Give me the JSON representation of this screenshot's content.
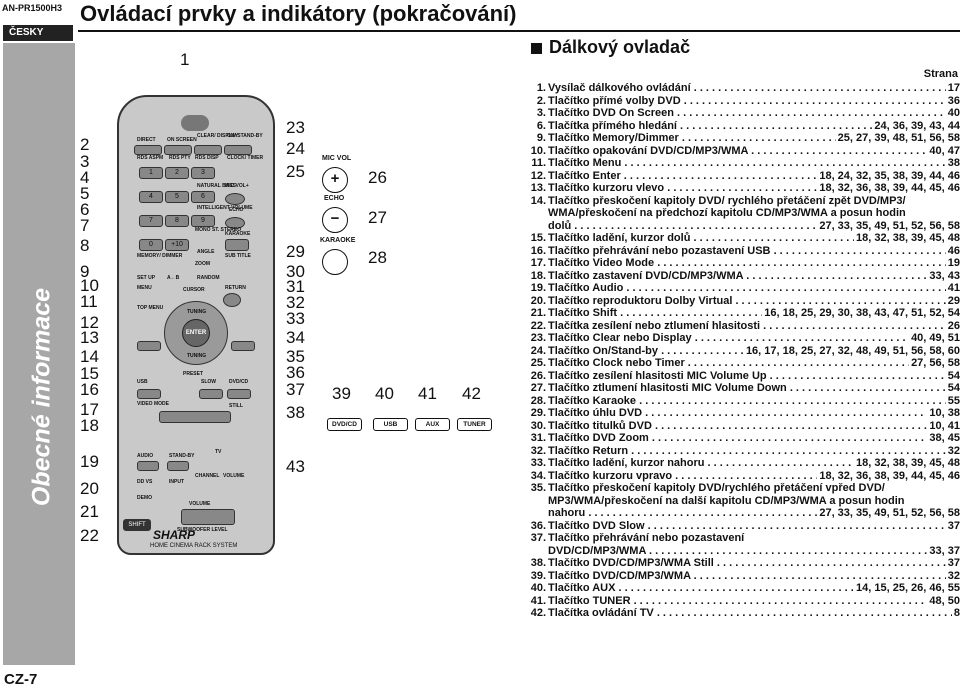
{
  "header": {
    "model": "AN-PR1500H3",
    "language": "ČESKY",
    "title": "Ovládací prvky a indikátory (pokračování)",
    "section_vertical": "Obecné informace",
    "page_number": "CZ-7"
  },
  "remote": {
    "brand": "SHARP",
    "footer_label": "HOME CINEMA RACK SYSTEM",
    "labels": {
      "direct": "DIRECT",
      "on_screen": "ON SCREEN",
      "clear_display": "CLEAR/ DISPLAY",
      "on_standby": "ON/ STAND-BY",
      "rds_asps": "RDS ASPM",
      "rds_pty": "RDS PTY",
      "rds_disp": "RDS DISP",
      "clock_timer": "CLOCK/ TIMER",
      "natural_bass": "NATURAL BASS",
      "mic_vol": "MIC VOL+",
      "intelligent_volume": "INTELLIGENT VOLUME",
      "echo": "ECHO",
      "mono_stereo": "MONO ST. STEREO",
      "karaoke": "KARAOKE",
      "memory_dimmer": "MEMORY/ DIMMER",
      "angle": "ANGLE",
      "sub_title": "SUB TITLE",
      "zoom": "ZOOM",
      "set_up": "SET UP",
      "ab_repeat": "A←B",
      "random": "RANDOM",
      "menu": "MENU",
      "cursor": "CURSOR",
      "return": "RETURN",
      "top_menu": "TOP MENU",
      "tuning": "TUNING",
      "enter": "ENTER",
      "preset": "PRESET",
      "usb": "USB",
      "slow": "SLOW",
      "dvd_cd": "DVD/CD",
      "video_mode": "VIDEO MODE",
      "still": "STILL",
      "audio": "AUDIO",
      "tv": "TV",
      "stand_by": "STAND-BY",
      "input": "INPUT",
      "channel": "CHANNEL",
      "volume_tv": "VOLUME",
      "dd_vs": "DD VS",
      "demo": "DEMO",
      "volume": "VOLUME",
      "subwoofer_level": "SUBWOOFER LEVEL",
      "shift": "SHIFT",
      "plus10": "+10"
    },
    "digits": [
      "1",
      "2",
      "3",
      "4",
      "5",
      "6",
      "7",
      "8",
      "9",
      "0"
    ]
  },
  "mini_panel": {
    "mic_vol": "MIC VOL",
    "echo": "ECHO",
    "karaoke": "KARAOKE",
    "plus": "+",
    "minus": "−"
  },
  "source_buttons": [
    "DVD/CD",
    "USB",
    "AUX",
    "TUNER"
  ],
  "callouts": {
    "top": "1",
    "left": [
      "2",
      "3",
      "4",
      "5",
      "6",
      "7",
      "8",
      "9",
      "10",
      "11",
      "12",
      "13",
      "14",
      "15",
      "16",
      "17",
      "18",
      "19",
      "20",
      "21",
      "22"
    ],
    "right": [
      "23",
      "24",
      "25",
      "29",
      "30",
      "31",
      "32",
      "33",
      "34",
      "35",
      "36",
      "37",
      "38",
      "43"
    ],
    "mini": [
      "26",
      "27",
      "28"
    ],
    "sources": [
      "39",
      "40",
      "41",
      "42"
    ]
  },
  "section": {
    "title": "Dálkový ovladač",
    "strana_label": "Strana"
  },
  "items": [
    {
      "no": "1.",
      "label": "Vysílač dálkového ovládání",
      "pages": "17"
    },
    {
      "no": "2.",
      "label": "Tlačítko přímé volby DVD",
      "pages": "36"
    },
    {
      "no": "3.",
      "label": "Tlačítko DVD On Screen",
      "pages": "40"
    },
    {
      "no": "6.",
      "label": "Tlačítka přímého hledání",
      "pages": "24, 36, 39, 43, 44"
    },
    {
      "no": "9.",
      "label": "Tlačítko Memory/Dimmer",
      "pages": "25, 27, 39, 48, 51, 56, 58"
    },
    {
      "no": "10.",
      "label": "Tlačítko opakování DVD/CD/MP3/WMA",
      "pages": "40, 47"
    },
    {
      "no": "11.",
      "label": "Tlačítko Menu",
      "pages": "38"
    },
    {
      "no": "12.",
      "label": "Tlačítko Enter",
      "pages": "18, 24, 32, 35, 38, 39, 44, 46"
    },
    {
      "no": "13.",
      "label": "Tlačítko kurzoru vlevo",
      "pages": "18, 32, 36, 38, 39, 44, 45, 46"
    },
    {
      "no": "14.",
      "label": "Tlačítko přeskočení kapitoly DVD/ rychlého přetáčení zpět DVD/MP3/",
      "cont": "WMA/přeskočení na předchozí kapitolu CD/MP3/WMA a posun hodin",
      "last": "dolů",
      "pages": "27, 33, 35, 49, 51, 52, 56, 58"
    },
    {
      "no": "15.",
      "label": "Tlačítko ladění, kurzor dolů",
      "pages": "18, 32, 38, 39, 45, 48"
    },
    {
      "no": "16.",
      "label": "Tlačítko přehrávání nebo pozastavení USB",
      "pages": "46"
    },
    {
      "no": "17.",
      "label": "Tlačítko Video Mode",
      "pages": "19"
    },
    {
      "no": "18.",
      "label": "Tlačítko zastavení DVD/CD/MP3/WMA",
      "pages": "33, 43"
    },
    {
      "no": "19.",
      "label": "Tlačítko Audio",
      "pages": "41"
    },
    {
      "no": "20.",
      "label": "Tlačítko reproduktoru Dolby Virtual",
      "pages": "29"
    },
    {
      "no": "21.",
      "label": "Tlačítko Shift",
      "pages": "16, 18, 25, 29, 30, 38, 43, 47, 51, 52, 54"
    },
    {
      "no": "22.",
      "label": "Tlačítka zesílení nebo ztlumení hlasitosti",
      "pages": "26"
    },
    {
      "no": "23.",
      "label": "Tlačítko Clear nebo Display",
      "pages": "40, 49, 51"
    },
    {
      "no": "24.",
      "label": "Tlačítko On/Stand-by",
      "pages": "16, 17, 18, 25, 27, 32, 48, 49, 51, 56, 58, 60"
    },
    {
      "no": "25.",
      "label": "Tlačítko Clock nebo Timer",
      "pages": "27, 56, 58"
    },
    {
      "no": "26.",
      "label": "Tlačítko zesílení hlasitosti MIC Volume Up",
      "pages": "54"
    },
    {
      "no": "27.",
      "label": "Tlačítko ztlumení hlasitosti MIC Volume Down",
      "pages": "54"
    },
    {
      "no": "28.",
      "label": "Tlačítko Karaoke",
      "pages": "55"
    },
    {
      "no": "29.",
      "label": "Tlačítko úhlu DVD",
      "pages": "10, 38"
    },
    {
      "no": "30.",
      "label": "Tlačítko titulků DVD",
      "pages": "10, 41"
    },
    {
      "no": "31.",
      "label": "Tlačítko DVD Zoom",
      "pages": "38, 45"
    },
    {
      "no": "32.",
      "label": "Tlačítko Return",
      "pages": "32"
    },
    {
      "no": "33.",
      "label": "Tlačítko ladění, kurzor nahoru",
      "pages": "18, 32, 38, 39, 45, 48"
    },
    {
      "no": "34.",
      "label": "Tlačítko kurzoru vpravo",
      "pages": "18, 32, 36, 38, 39, 44, 45, 46"
    },
    {
      "no": "35.",
      "label": "Tlačítko přeskočení kapitoly DVD/rychlého přetáčení vpřed DVD/",
      "cont": "MP3/WMA/přeskočení na další kapitolu CD/MP3/WMA a posun hodin",
      "last": "nahoru",
      "pages": "27, 33, 35, 49, 51, 52, 56, 58"
    },
    {
      "no": "36.",
      "label": "Tlačítko DVD Slow",
      "pages": "37"
    },
    {
      "no": "37.",
      "label": "Tlačítko přehrávání nebo pozastavení",
      "last": "DVD/CD/MP3/WMA",
      "pages": "33, 37"
    },
    {
      "no": "38.",
      "label": "Tlačítko DVD/CD/MP3/WMA Still",
      "pages": "37"
    },
    {
      "no": "39.",
      "label": "Tlačítko DVD/CD/MP3/WMA",
      "pages": "32"
    },
    {
      "no": "40.",
      "label": "Tlačítko AUX",
      "pages": "14, 15, 25, 26, 46, 55"
    },
    {
      "no": "41.",
      "label": "Tlačítko TUNER",
      "pages": "48, 50"
    },
    {
      "no": "42.",
      "label": "Tlačítka ovládání TV",
      "pages": "8"
    }
  ]
}
